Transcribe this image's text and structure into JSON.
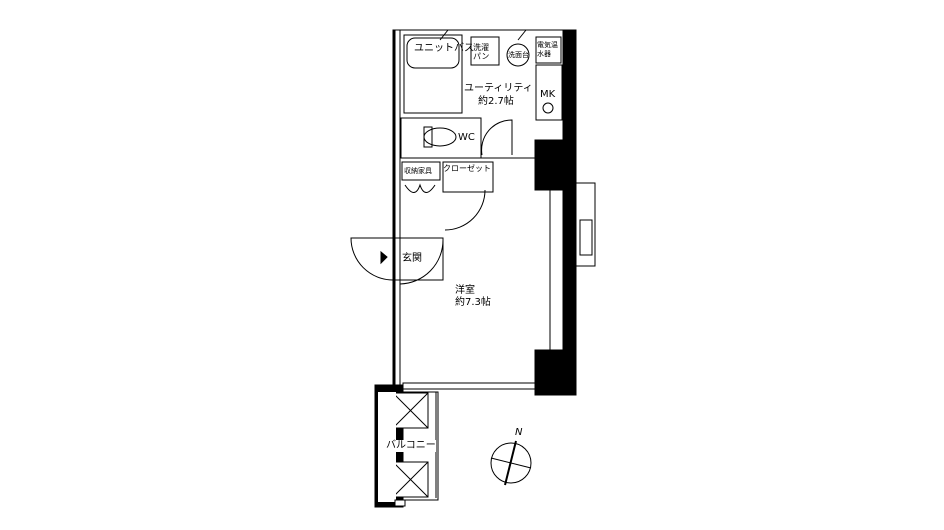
{
  "rooms": {
    "unit_bath": "ユニットバス",
    "laundry_pan": "洗濯パン",
    "washbasin": "洗面台",
    "water_heater": "電気温水器",
    "utility": "ユーティリティ",
    "utility_size": "約2.7帖",
    "mini_kitchen": "MK",
    "wc": "WC",
    "storage": "収納家具",
    "closet": "クローゼット",
    "entrance": "玄関",
    "western_room": "洋室",
    "western_room_size": "約7.3帖",
    "balcony": "バルコニー"
  },
  "compass": {
    "north_label": "N"
  }
}
